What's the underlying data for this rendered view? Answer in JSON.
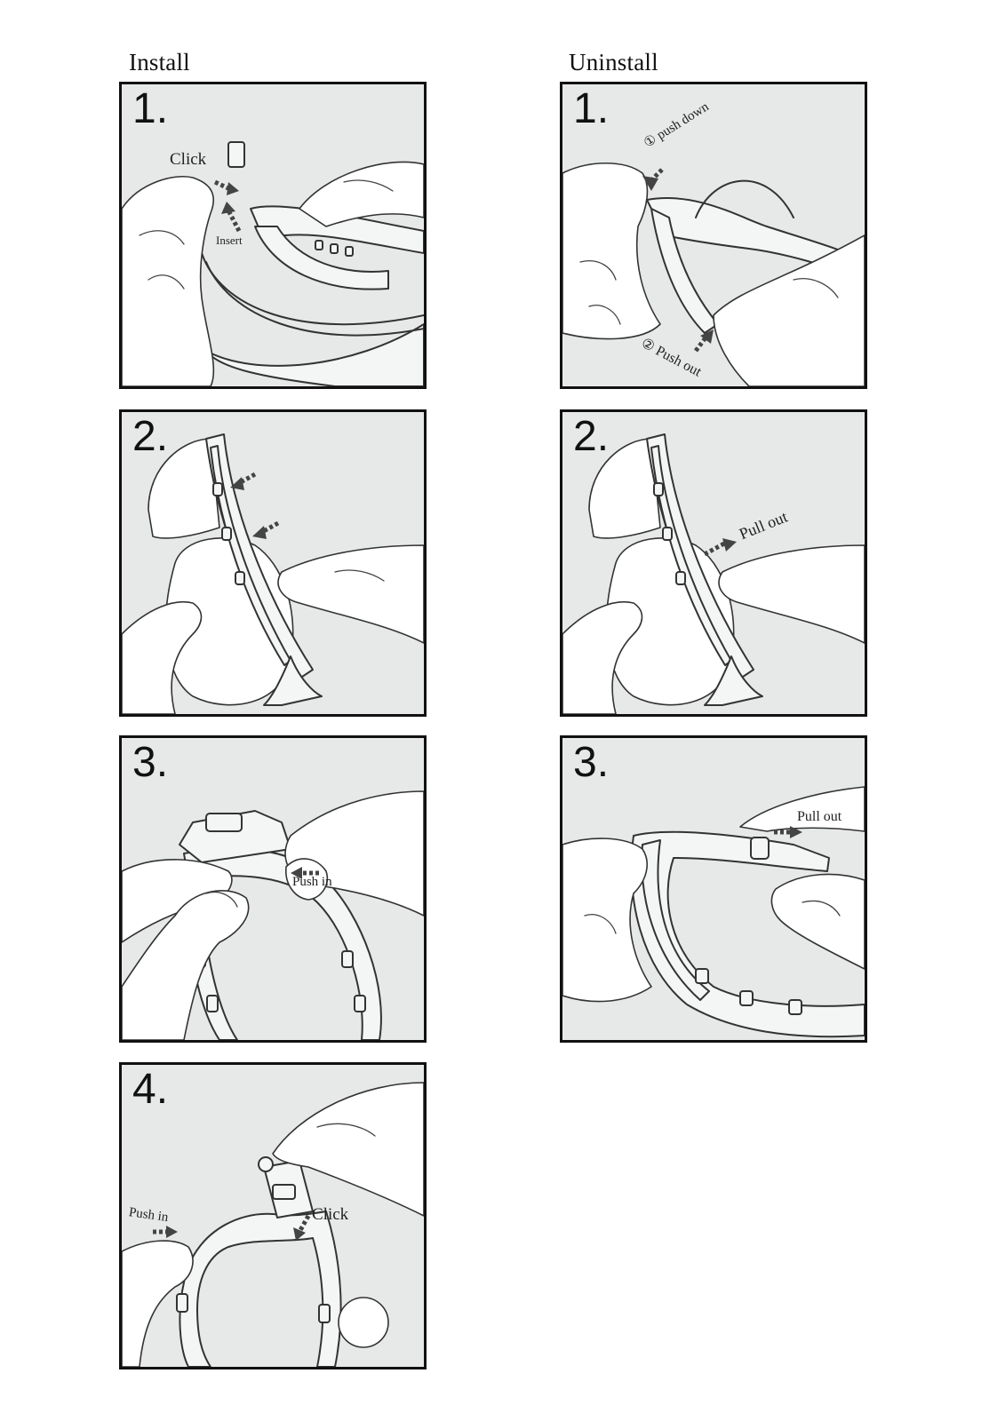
{
  "install": {
    "heading": "Install",
    "steps": [
      {
        "number": "1.",
        "labels": {
          "click": "Click",
          "insert": "Insert"
        }
      },
      {
        "number": "2."
      },
      {
        "number": "3.",
        "labels": {
          "push_in": "Push in"
        }
      },
      {
        "number": "4.",
        "labels": {
          "push_in": "Push in",
          "click": "Click"
        }
      }
    ]
  },
  "uninstall": {
    "heading": "Uninstall",
    "steps": [
      {
        "number": "1.",
        "labels": {
          "push_down": "① push down",
          "push_out": "② Push out"
        }
      },
      {
        "number": "2.",
        "labels": {
          "pull_out": "Pull out"
        }
      },
      {
        "number": "3.",
        "labels": {
          "pull_out": "Pull out"
        }
      }
    ]
  }
}
